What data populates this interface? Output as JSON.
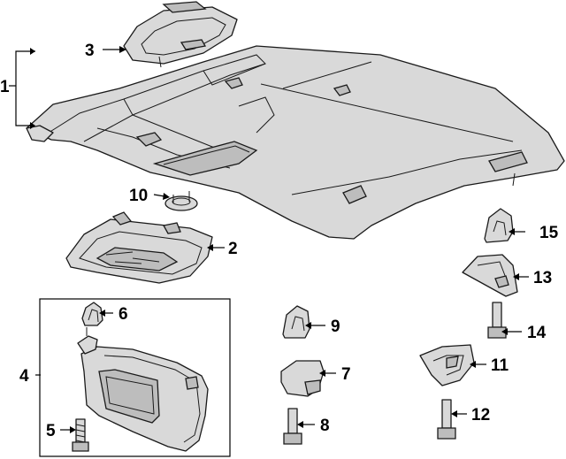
{
  "callouts": [
    {
      "id": "1",
      "label": "1"
    },
    {
      "id": "2",
      "label": "2"
    },
    {
      "id": "3",
      "label": "3"
    },
    {
      "id": "4",
      "label": "4"
    },
    {
      "id": "5",
      "label": "5"
    },
    {
      "id": "6",
      "label": "6"
    },
    {
      "id": "7",
      "label": "7"
    },
    {
      "id": "8",
      "label": "8"
    },
    {
      "id": "9",
      "label": "9"
    },
    {
      "id": "10",
      "label": "10"
    },
    {
      "id": "11",
      "label": "11"
    },
    {
      "id": "12",
      "label": "12"
    },
    {
      "id": "13",
      "label": "13"
    },
    {
      "id": "14",
      "label": "14"
    },
    {
      "id": "15",
      "label": "15"
    }
  ],
  "colors": {
    "line": "#1a1a1a",
    "fill": "#d9d9d9",
    "background": "#ffffff"
  }
}
